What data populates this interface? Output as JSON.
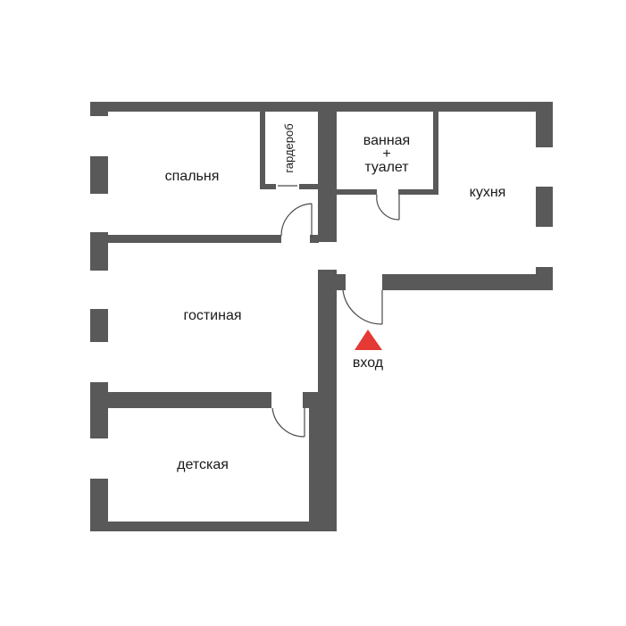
{
  "colors": {
    "wall": "#595959",
    "window": "#ffffff",
    "door": "#4a4a4a",
    "entrance_marker": "#e53935",
    "text": "#1a1a1a"
  },
  "rooms": {
    "bedroom": "спальня",
    "wardrobe": "гардероб",
    "bath_line1": "ванная",
    "bath_line2": "+",
    "bath_line3": "туалет",
    "kitchen": "кухня",
    "living_room": "гостиная",
    "kids_room": "детская"
  },
  "entrance": {
    "label": "вход",
    "icon": "entrance-triangle-icon"
  }
}
